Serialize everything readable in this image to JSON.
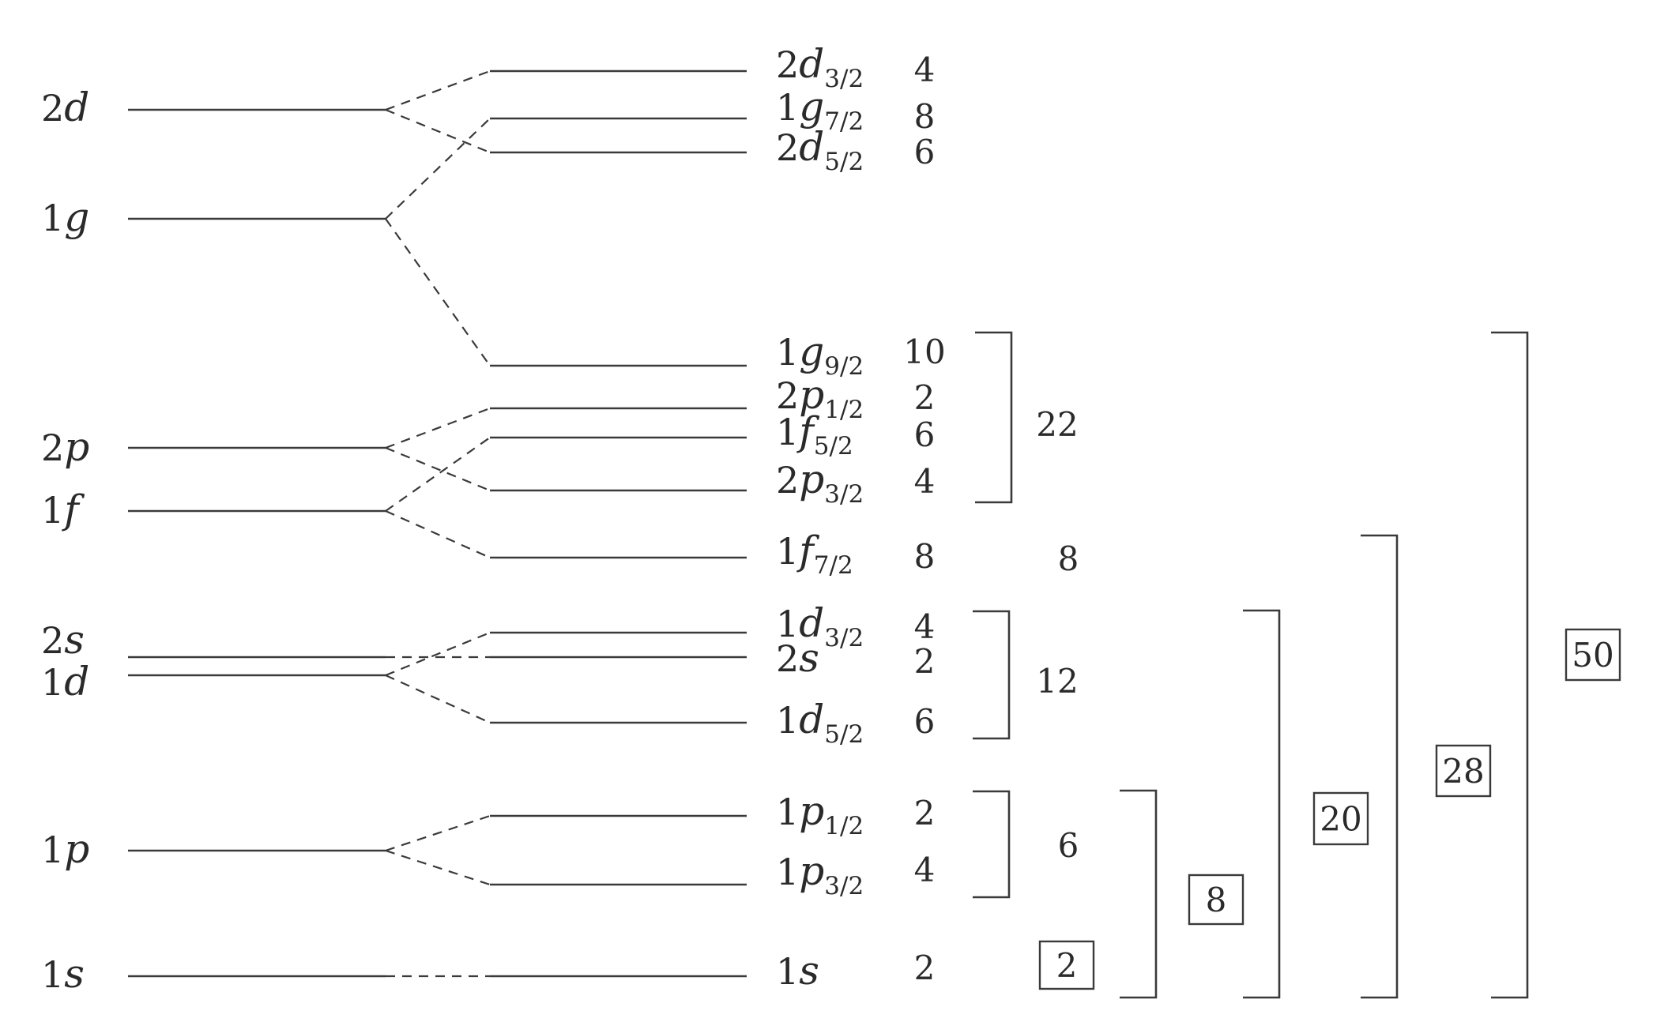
{
  "unsplit_levels": [
    {
      "n": "2",
      "l": "d"
    },
    {
      "n": "1",
      "l": "g"
    },
    {
      "n": "2",
      "l": "p"
    },
    {
      "n": "1",
      "l": "f"
    },
    {
      "n": "2",
      "l": "s"
    },
    {
      "n": "1",
      "l": "d"
    },
    {
      "n": "1",
      "l": "p"
    },
    {
      "n": "1",
      "l": "s"
    }
  ],
  "split_levels": [
    {
      "n": "2",
      "l": "d",
      "j": "3/2",
      "occupancy": "4"
    },
    {
      "n": "1",
      "l": "g",
      "j": "7/2",
      "occupancy": "8"
    },
    {
      "n": "2",
      "l": "d",
      "j": "5/2",
      "occupancy": "6"
    },
    {
      "n": "1",
      "l": "g",
      "j": "9/2",
      "occupancy": "10"
    },
    {
      "n": "2",
      "l": "p",
      "j": "1/2",
      "occupancy": "2"
    },
    {
      "n": "1",
      "l": "f",
      "j": "5/2",
      "occupancy": "6"
    },
    {
      "n": "2",
      "l": "p",
      "j": "3/2",
      "occupancy": "4"
    },
    {
      "n": "1",
      "l": "f",
      "j": "7/2",
      "occupancy": "8"
    },
    {
      "n": "1",
      "l": "d",
      "j": "3/2",
      "occupancy": "4"
    },
    {
      "n": "2",
      "l": "s",
      "j": "",
      "occupancy": "2"
    },
    {
      "n": "1",
      "l": "d",
      "j": "5/2",
      "occupancy": "6"
    },
    {
      "n": "1",
      "l": "p",
      "j": "1/2",
      "occupancy": "2"
    },
    {
      "n": "1",
      "l": "p",
      "j": "3/2",
      "occupancy": "4"
    },
    {
      "n": "1",
      "l": "s",
      "j": "",
      "occupancy": "2"
    }
  ],
  "shell_subtotals": [
    "22",
    "8",
    "12",
    "6"
  ],
  "magic_numbers": [
    "2",
    "8",
    "20",
    "28",
    "50"
  ]
}
